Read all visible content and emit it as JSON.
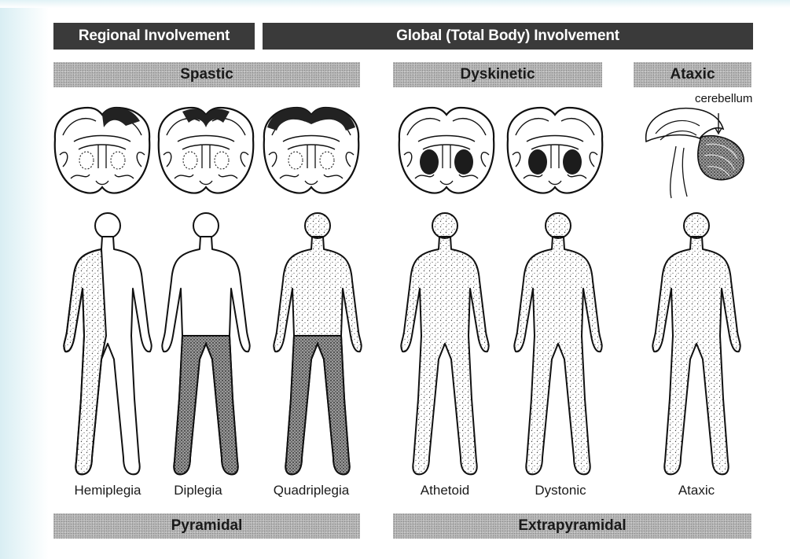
{
  "headers": {
    "regional": "Regional Involvement",
    "global": "Global (Total Body) Involvement"
  },
  "types": {
    "spastic": "Spastic",
    "dyskinetic": "Dyskinetic",
    "ataxic": "Ataxic"
  },
  "annotation": {
    "cerebellum": "cerebellum"
  },
  "figures": [
    {
      "label": "Hemiplegia"
    },
    {
      "label": "Diplegia"
    },
    {
      "label": "Quadriplegia"
    },
    {
      "label": "Athetoid"
    },
    {
      "label": "Dystonic"
    },
    {
      "label": "Ataxic"
    }
  ],
  "tracts": {
    "pyramidal": "Pyramidal",
    "extrapyramidal": "Extrapyramidal"
  }
}
